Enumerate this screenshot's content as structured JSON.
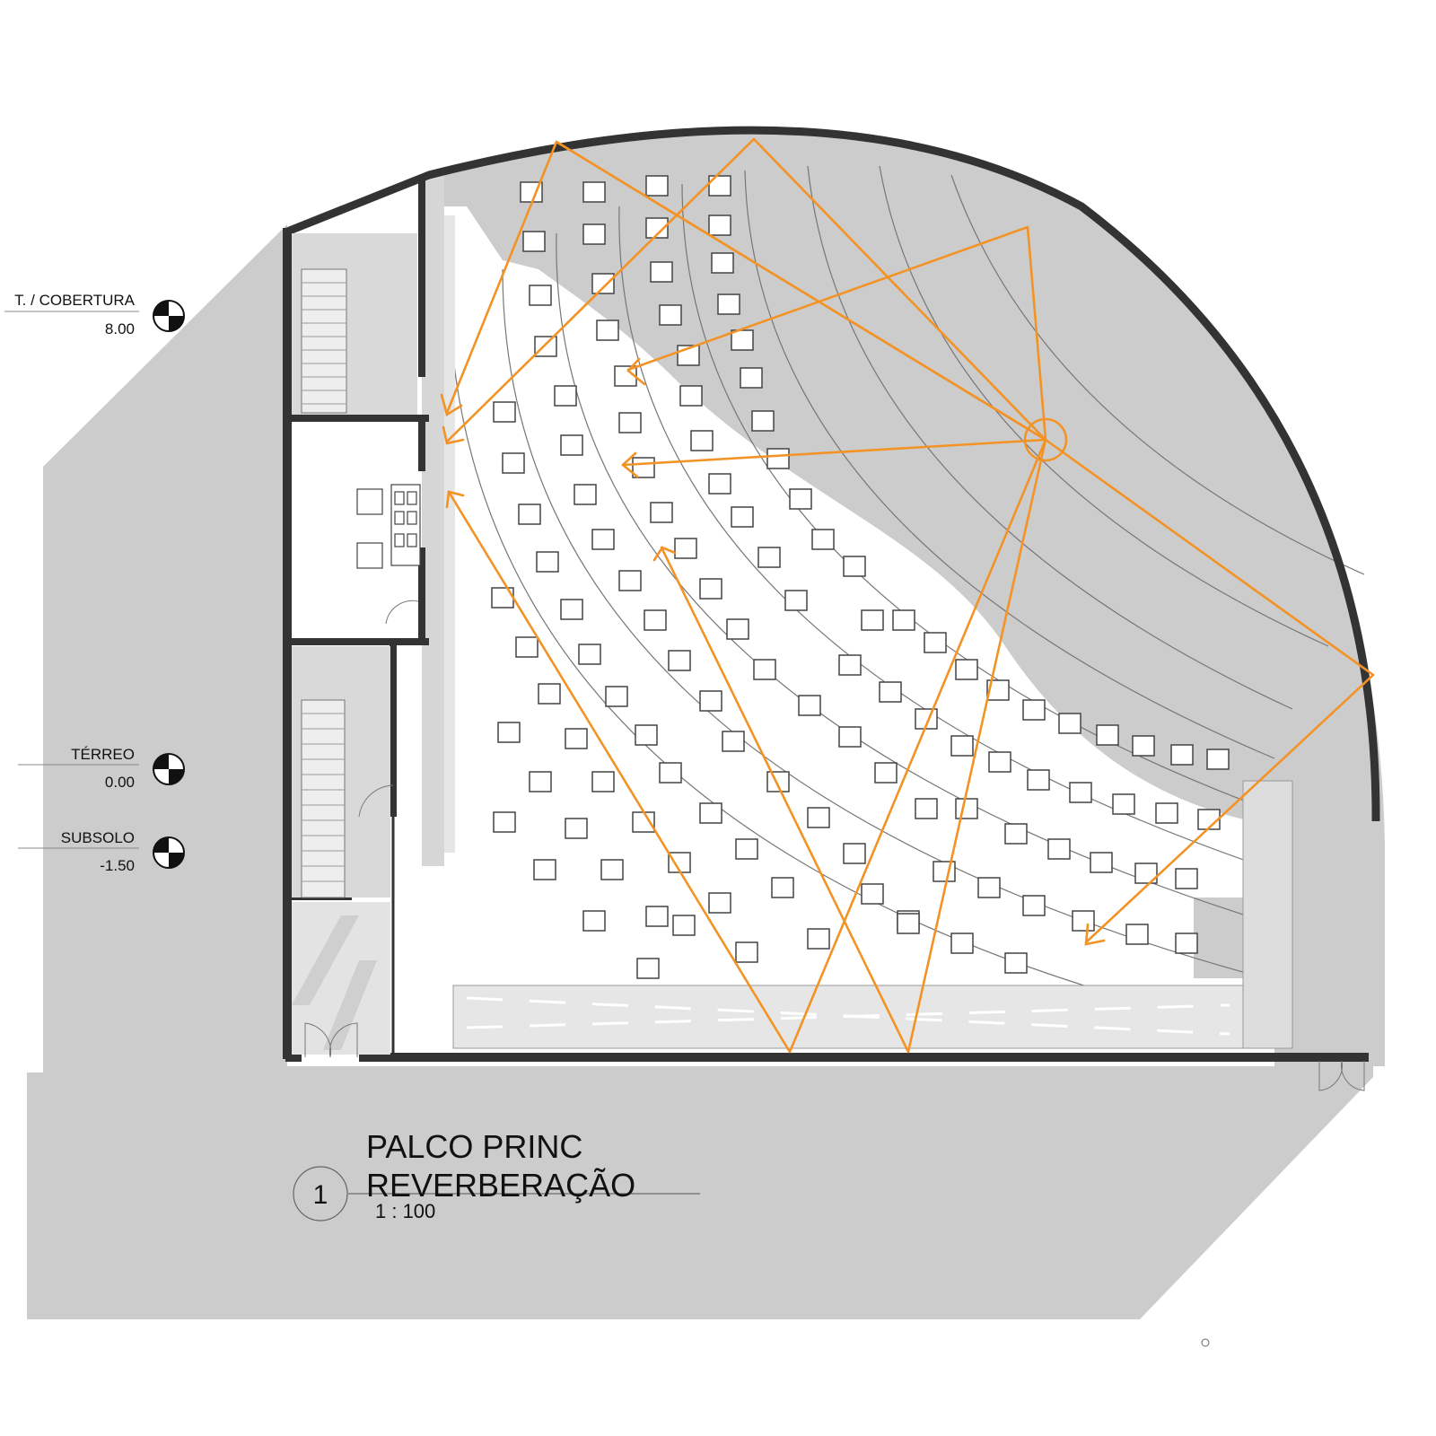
{
  "levels": [
    {
      "label": "T. / COBERTURA",
      "value": "8.00"
    },
    {
      "label": "TÉRREO",
      "value": "0.00"
    },
    {
      "label": "SUBSOLO",
      "value": "-1.50"
    }
  ],
  "view": {
    "number": "1",
    "title_line1": "PALCO PRINC",
    "title_line2": "REVERBERAÇÃO",
    "scale": "1 : 100"
  },
  "colors": {
    "ray": "#f39325",
    "wall": "#333333",
    "shade": "#cccccc",
    "paper": "#ffffff"
  },
  "icons": [
    "level-marker-icon",
    "sound-source-icon",
    "double-door-icon",
    "stair-icon",
    "seat-icon"
  ]
}
